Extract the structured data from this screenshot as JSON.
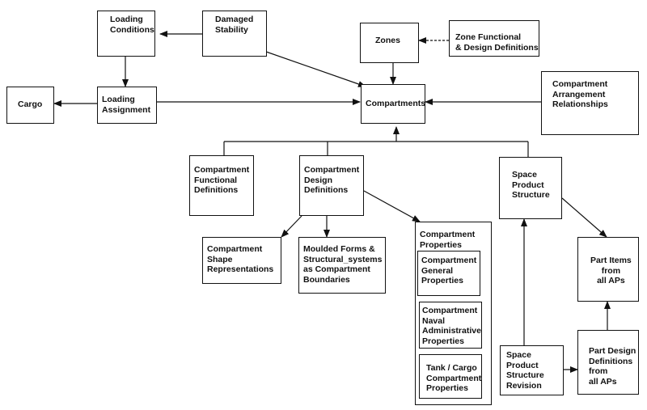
{
  "diagram": {
    "nodes": {
      "loading_conditions": "Loading\nConditions",
      "damaged_stability": "Damaged\nStability",
      "zones": "Zones",
      "zone_functional": "Zone Functional\n& Design Definitions",
      "cargo": "Cargo",
      "loading_assignment": "Loading\nAssignment",
      "compartments": "Compartments",
      "compartment_arrangement": "Compartment\nArrangement\nRelationships",
      "compartment_functional": "Compartment\nFunctional\nDefinitions",
      "compartment_design": "Compartment\nDesign\nDefinitions",
      "space_product_structure": "Space\nProduct\nStructure",
      "compartment_shape": "Compartment\nShape\nRepresentations",
      "moulded_forms": "Moulded Forms &\nStructural_systems\nas Compartment\nBoundaries",
      "compartment_properties": "Compartment\nProperties",
      "general_properties": "Compartment\nGeneral\nProperties",
      "naval_admin_properties": "Compartment\nNaval\nAdministrative\nProperties",
      "tank_cargo_properties": "Tank / Cargo\nCompartment\nProperties",
      "part_items": "Part Items\nfrom\nall APs",
      "space_product_revision": "Space\nProduct\nStructure\nRevision",
      "part_design_definitions": "Part Design\nDefinitions\n from\nall APs"
    }
  }
}
